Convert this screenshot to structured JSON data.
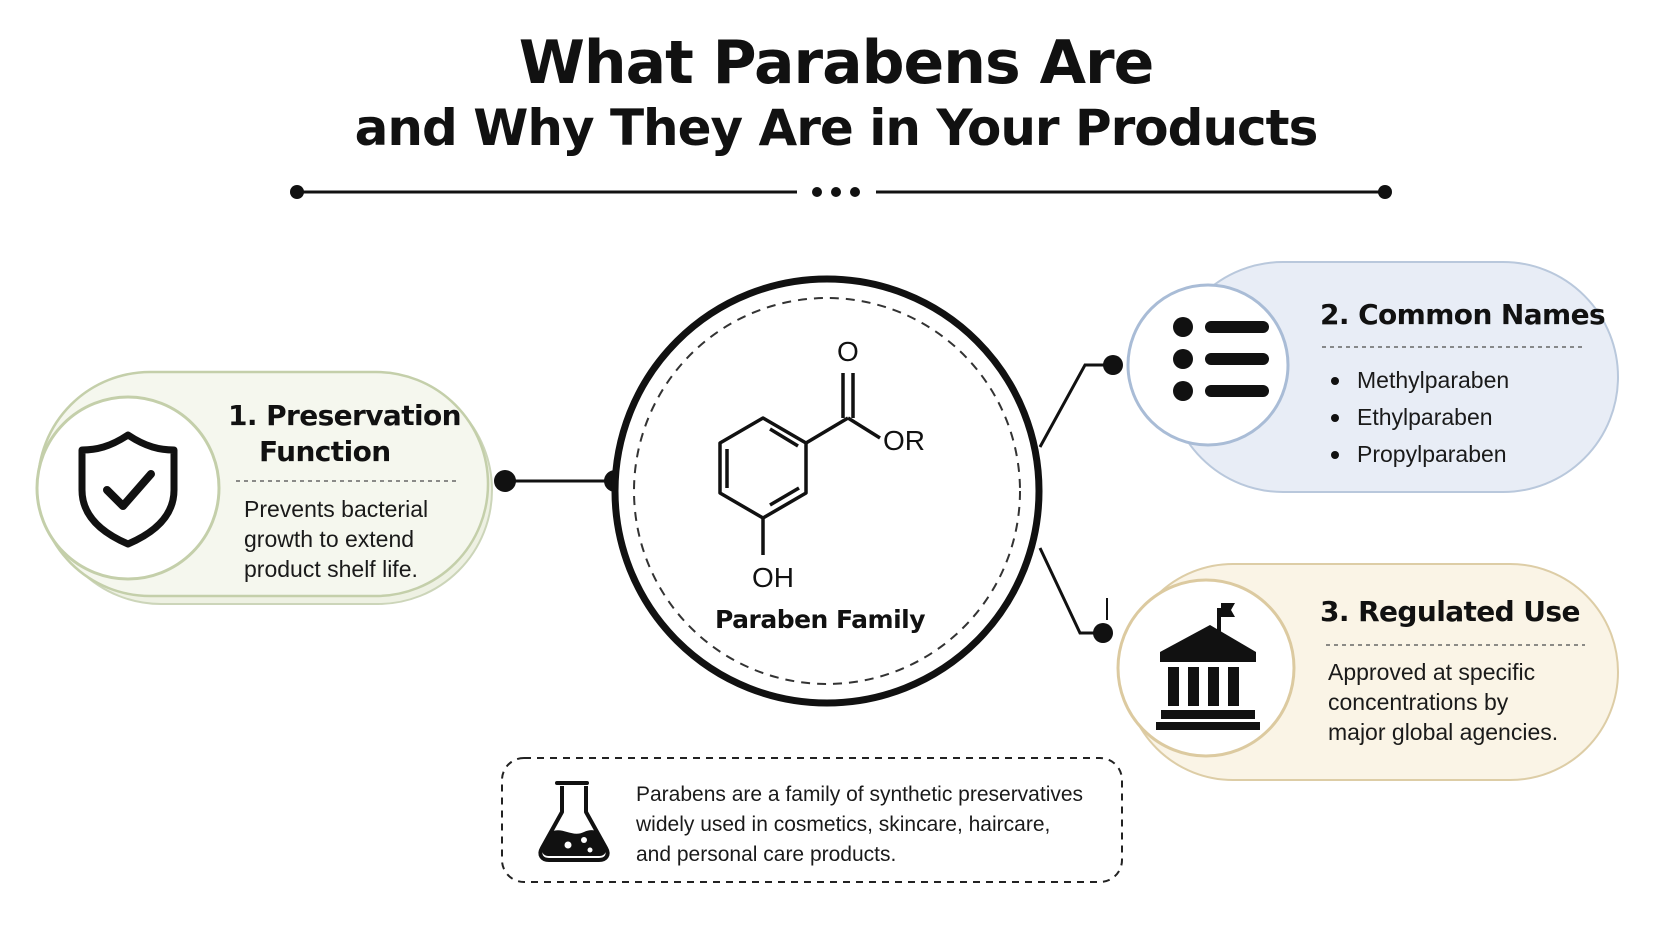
{
  "title": {
    "line1": "What Parabens Are",
    "line2": "and Why They Are in Your Products"
  },
  "center": {
    "label": "Paraben Family",
    "atoms": {
      "carbonyl_o": "O",
      "ester": "OR",
      "hydroxyl": "OH"
    }
  },
  "cards": [
    {
      "heading_line1": "1. Preservation",
      "heading_line2": "Function",
      "body_line1": "Prevents bacterial",
      "body_line2": "growth to extend",
      "body_line3": "product shelf life.",
      "icon": "shield-check-icon",
      "fill": "#f4f6ec",
      "border": "#c9d3b5"
    },
    {
      "heading": "2. Common Names",
      "names": [
        "Methylparaben",
        "Ethylparaben",
        "Propylparaben"
      ],
      "icon": "list-icon",
      "fill": "#e9eef7",
      "border": "#a9bcd6"
    },
    {
      "heading": "3. Regulated Use",
      "body_line1": "Approved at specific",
      "body_line2": "concentrations by",
      "body_line3": "major global agencies.",
      "icon": "government-building-icon",
      "fill": "#faf4e6",
      "border": "#dccaa0"
    }
  ],
  "note": {
    "line1": "Parabens are a family of synthetic preservatives",
    "line2": "widely used in cosmetics, skincare, haircare,",
    "line3": "and personal care products.",
    "icon": "flask-icon"
  }
}
